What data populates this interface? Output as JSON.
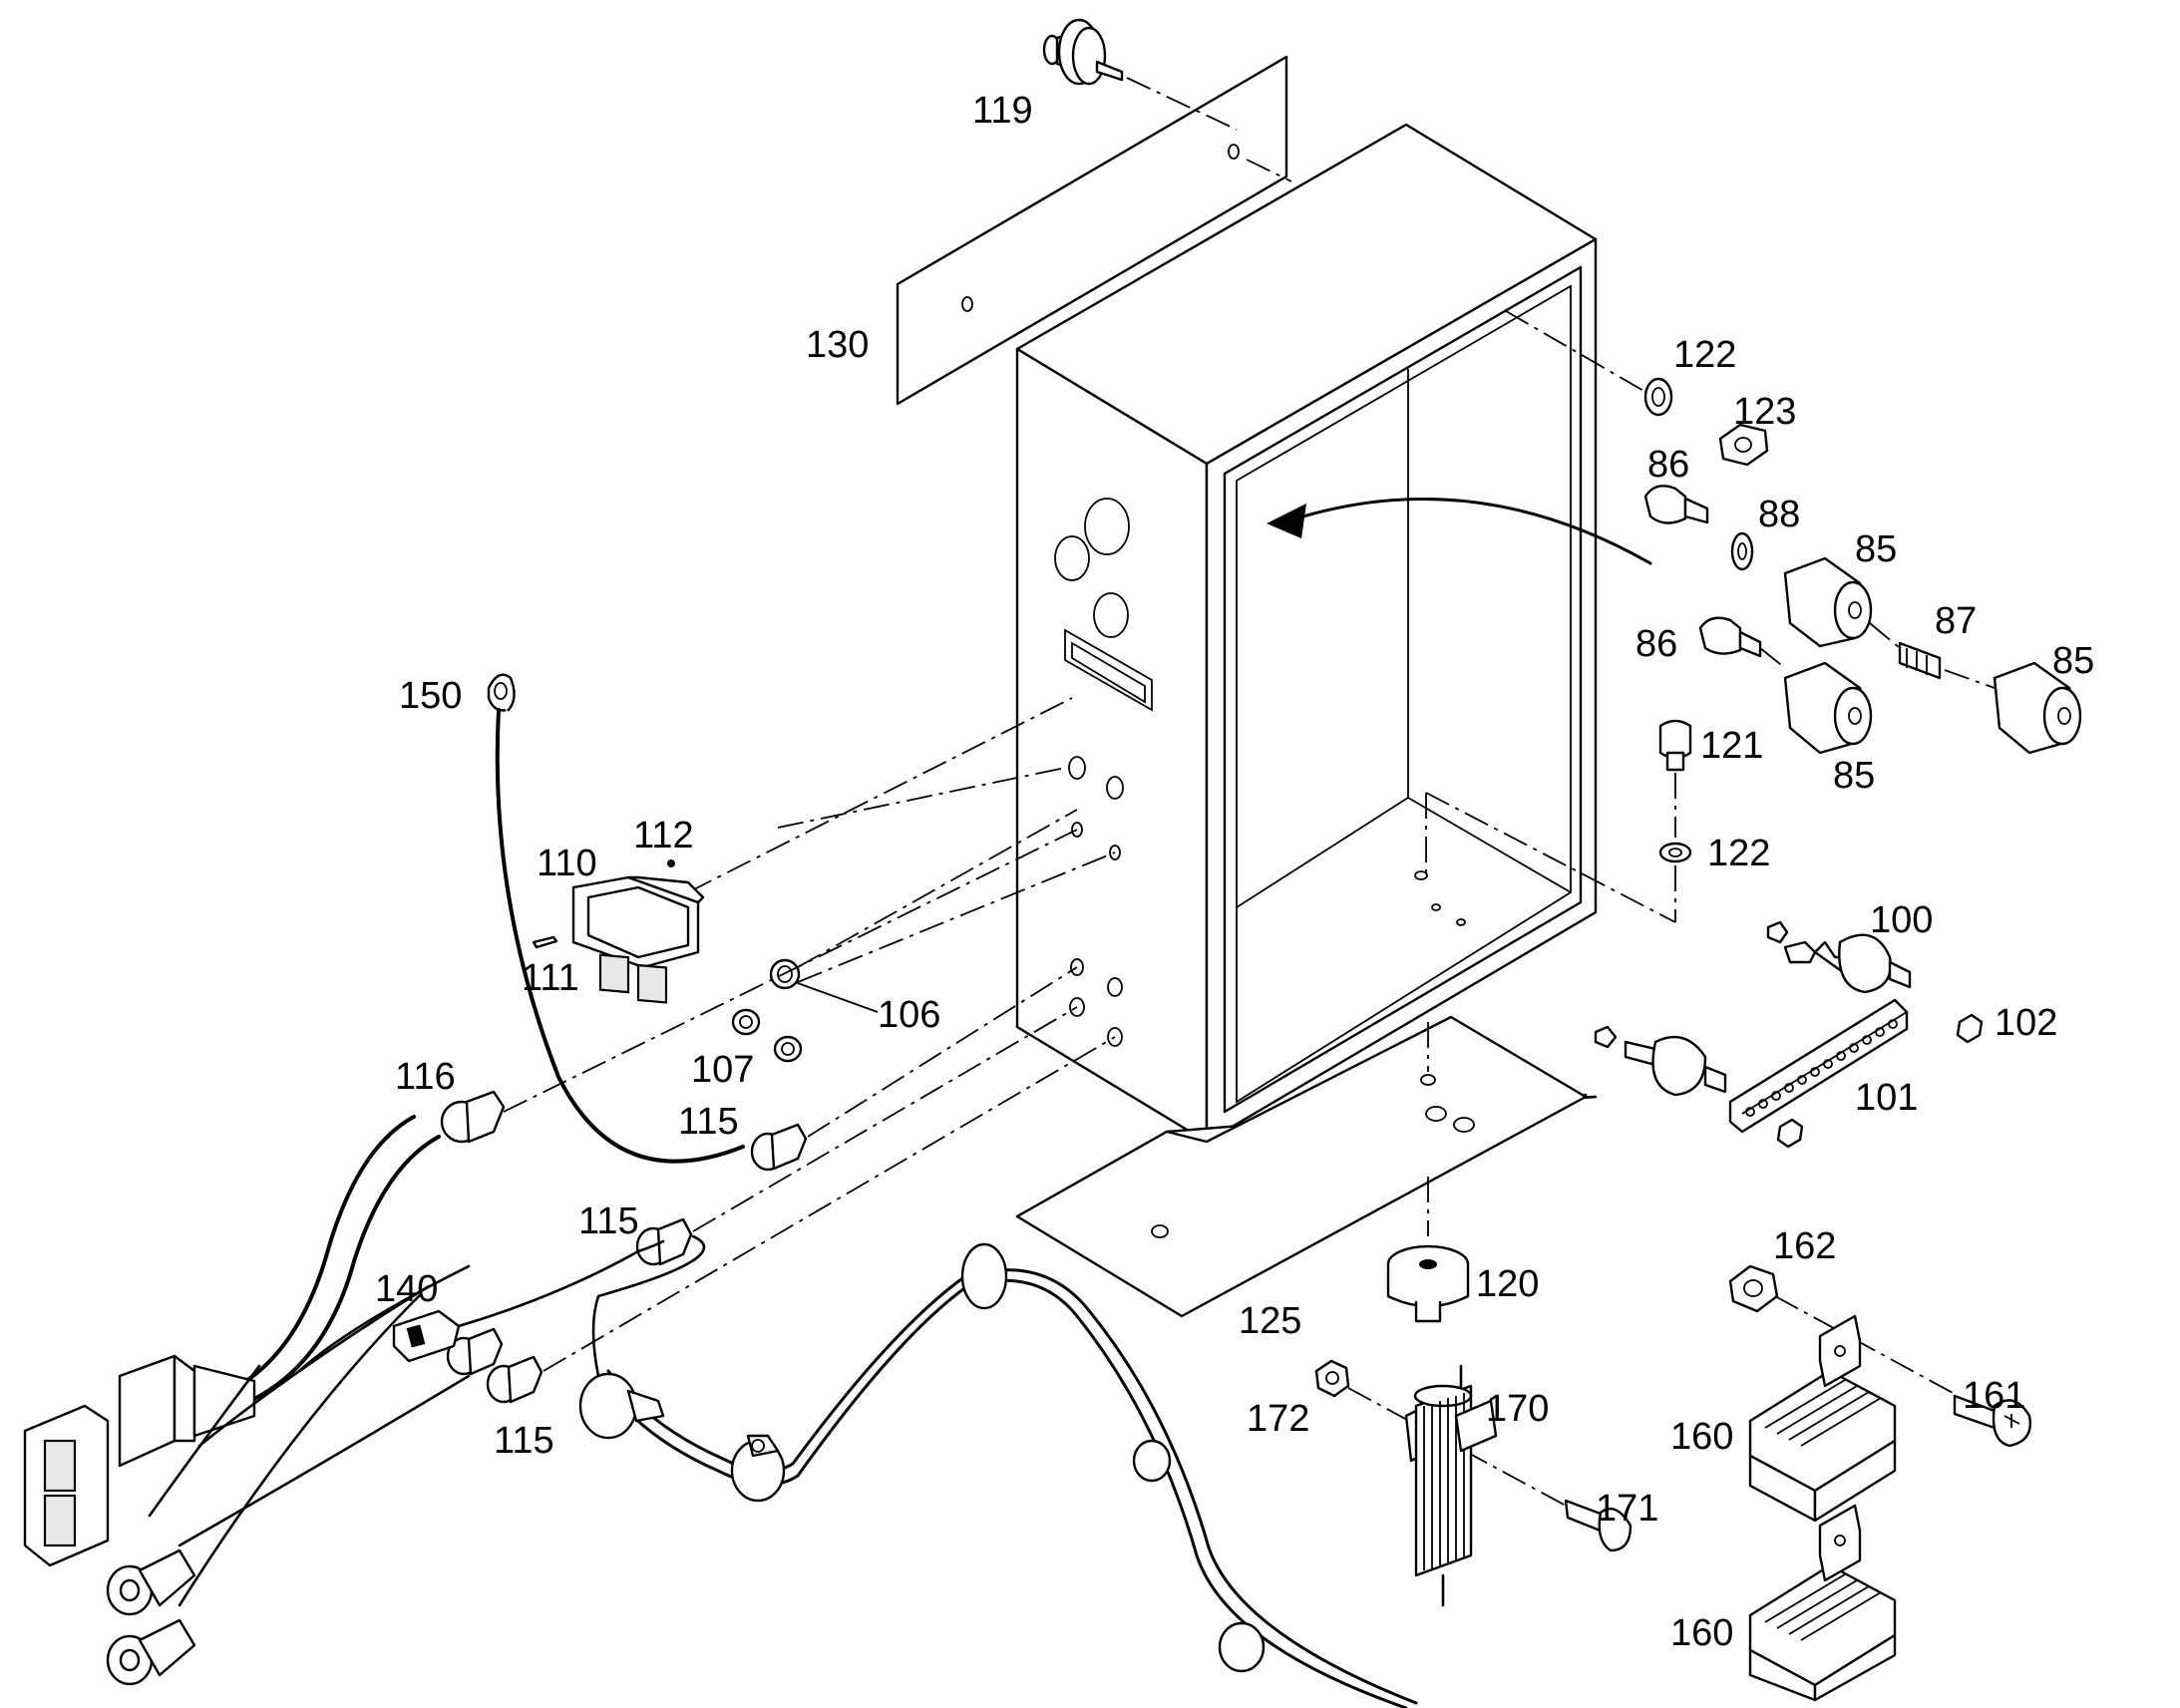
{
  "labels": {
    "p119": "119",
    "p130": "130",
    "p122a": "122",
    "p123": "123",
    "p86a": "86",
    "p88": "88",
    "p85a": "85",
    "p87": "87",
    "p85b": "85",
    "p86b": "86",
    "p121": "121",
    "p85c": "85",
    "p122b": "122",
    "p150": "150",
    "p112": "112",
    "p110": "110",
    "p111": "111",
    "p106": "106",
    "p107": "107",
    "p116": "116",
    "p115a": "115",
    "p115b": "115",
    "p115c": "115",
    "p140": "140",
    "p100": "100",
    "p102": "102",
    "p101": "101",
    "p162": "162",
    "p120": "120",
    "p125": "125",
    "p172": "172",
    "p170": "170",
    "p161": "161",
    "p160a": "160",
    "p171": "171",
    "p160b": "160"
  }
}
